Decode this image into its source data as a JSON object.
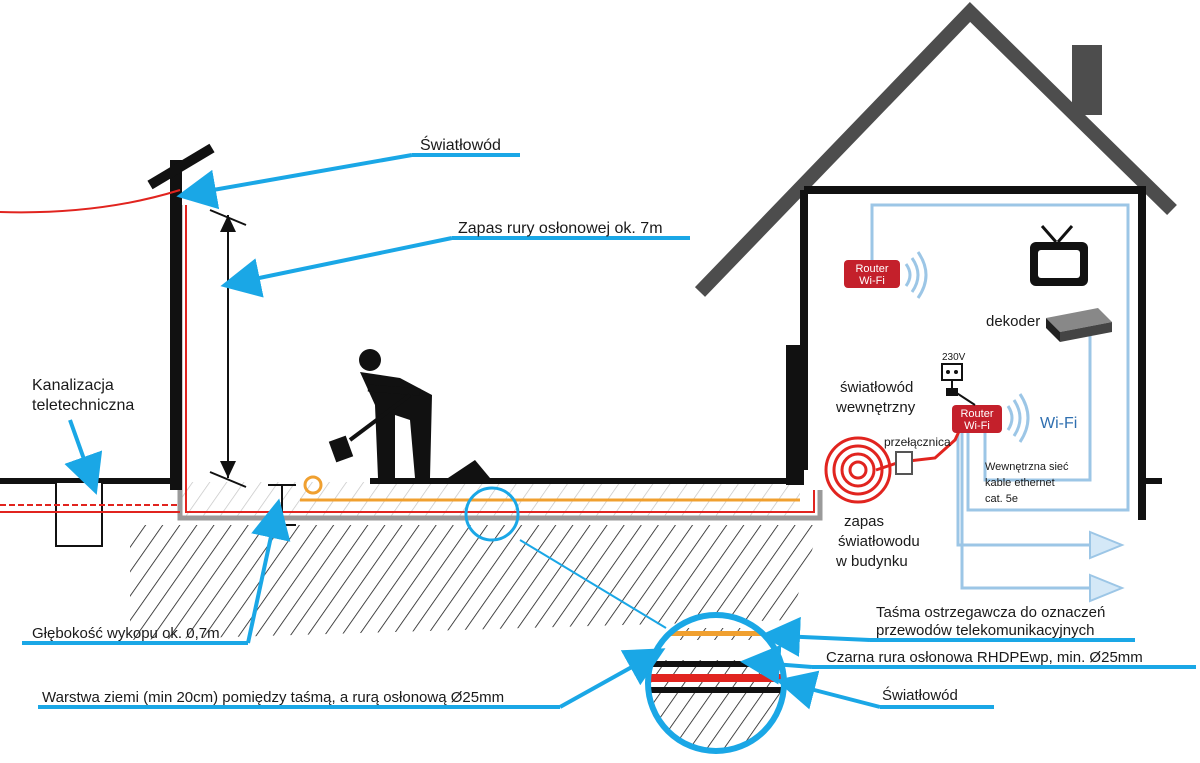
{
  "labels": {
    "swiatlowod_top": "Światłowód",
    "zapas_rury": "Zapas rury osłonowej ok. 7m",
    "kanalizacja_1": "Kanalizacja",
    "kanalizacja_2": "teletechniczna",
    "glebokosc": "Głębokość wykopu ok. 0,7m",
    "warstwa": "Warstwa ziemi (min 20cm) pomiędzy taśmą, a rurą osłonową Ø25mm",
    "tasma_1": "Taśma ostrzegawcza do oznaczeń",
    "tasma_2": "przewodów telekomunikacyjnych",
    "czarna_rura": "Czarna rura osłonowa RHDPEwp, min. Ø25mm",
    "swiatlowod_bottom": "Światłowód",
    "zapas_sw_1": "zapas",
    "zapas_sw_2": "światłowodu",
    "zapas_sw_3": "w budynku",
    "sw_wewn_1": "światłowód",
    "sw_wewn_2": "wewnętrzny",
    "przelacznica": "przełącznica",
    "dekoder": "dekoder",
    "voltage": "230V",
    "router_1a": "Router",
    "router_1b": "Wi-Fi",
    "router_2a": "Router",
    "router_2b": "Wi-Fi",
    "wifi": "Wi-Fi",
    "siec_1": "Wewnętrzna sieć",
    "siec_2": "kable ethernet",
    "siec_3": "cat. 5e"
  },
  "colors": {
    "arrow": "#1aa7e6",
    "fiber": "#e1241f",
    "tape": "#f0a030",
    "ethernet": "#9cc6e6",
    "router": "#c4202b",
    "ground": "#111111"
  }
}
